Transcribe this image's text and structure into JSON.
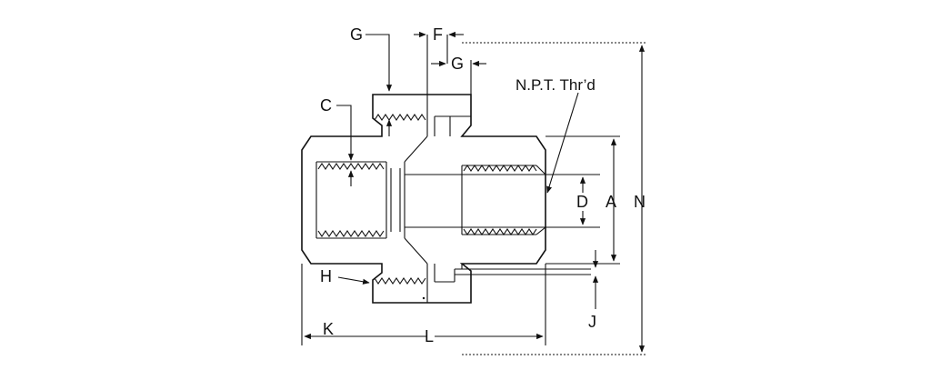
{
  "diagram": {
    "labels": {
      "G_top": "G",
      "F": "F",
      "G_mid": "G",
      "C": "C",
      "npt": "N.P.T. Thr’d",
      "D": "D",
      "A": "A",
      "N": "N",
      "H": "H",
      "J": "J",
      "K": "K",
      "L": "L"
    }
  }
}
